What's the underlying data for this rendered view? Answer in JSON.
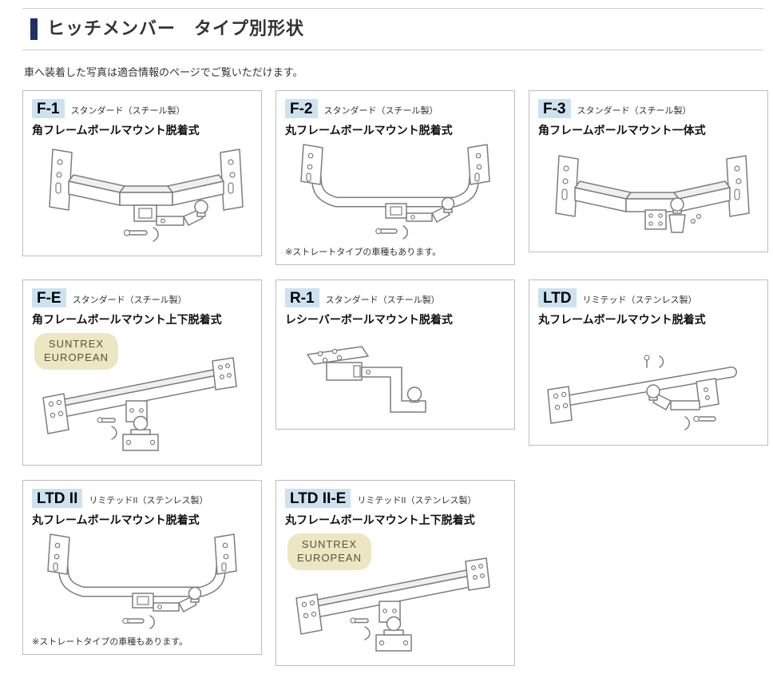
{
  "page": {
    "title": "ヒッチメンバー　タイプ別形状",
    "subtitle": "車へ装着した写真は適合情報のページでご覧いただけます。"
  },
  "euro_badge": {
    "line1": "SUNTREX",
    "line2": "EUROPEAN"
  },
  "colors": {
    "accent_bar": "#1e3264",
    "type_badge_bg": "#cde2f0",
    "euro_badge_bg": "#ece6c2",
    "card_border": "#bdbdbd",
    "illustration_stroke": "#7d7d7d"
  },
  "cards": [
    {
      "badge": "F-1",
      "grade": "スタンダード（スチール製）",
      "desc": "角フレームボールマウント脱着式"
    },
    {
      "badge": "F-2",
      "grade": "スタンダード（スチール製）",
      "desc": "丸フレームボールマウント脱着式",
      "note": "※ストレートタイプの車種もあります。"
    },
    {
      "badge": "F-3",
      "grade": "スタンダード（スチール製）",
      "desc": "角フレームボールマウント一体式"
    },
    {
      "badge": "F-E",
      "grade": "スタンダード（スチール製）",
      "desc": "角フレームボールマウント上下脱着式"
    },
    {
      "badge": "R-1",
      "grade": "スタンダード（スチール製）",
      "desc": "レシーバーボールマウント脱着式"
    },
    {
      "badge": "LTD",
      "grade": "リミテッド（ステンレス製）",
      "desc": "丸フレームボールマウント脱着式"
    },
    {
      "badge": "LTD II",
      "grade": "リミテッドII（ステンレス製）",
      "desc": "丸フレームボールマウント脱着式",
      "note": "※ストレートタイプの車種もあります。"
    },
    {
      "badge": "LTD II-E",
      "grade": "リミテッドII（ステンレス製）",
      "desc": "丸フレームボールマウント上下脱着式"
    }
  ]
}
